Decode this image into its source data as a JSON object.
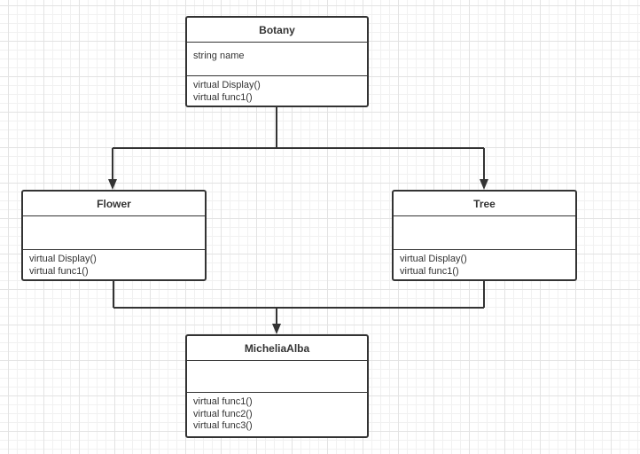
{
  "classes": {
    "botany": {
      "name": "Botany",
      "attributes": [
        "string name"
      ],
      "methods": [
        "virtual Display()",
        "virtual func1()"
      ]
    },
    "flower": {
      "name": "Flower",
      "attributes": [],
      "methods": [
        "virtual Display()",
        "virtual func1()"
      ]
    },
    "tree": {
      "name": "Tree",
      "attributes": [],
      "methods": [
        "virtual Display()",
        "virtual func1()"
      ]
    },
    "micheliaalba": {
      "name": "MicheliaAlba",
      "attributes": [],
      "methods": [
        "virtual func1()",
        "virtual func2()",
        "virtual func3()"
      ]
    }
  },
  "relations": [
    {
      "from": "botany",
      "to": "flower",
      "type": "arrow"
    },
    {
      "from": "botany",
      "to": "tree",
      "type": "arrow"
    },
    {
      "from": "flower",
      "to": "micheliaalba",
      "type": "arrow"
    },
    {
      "from": "tree",
      "to": "micheliaalba",
      "type": "arrow"
    }
  ],
  "colors": {
    "line": "#333333",
    "border": "#333333",
    "grid": "#e3e3e3"
  }
}
